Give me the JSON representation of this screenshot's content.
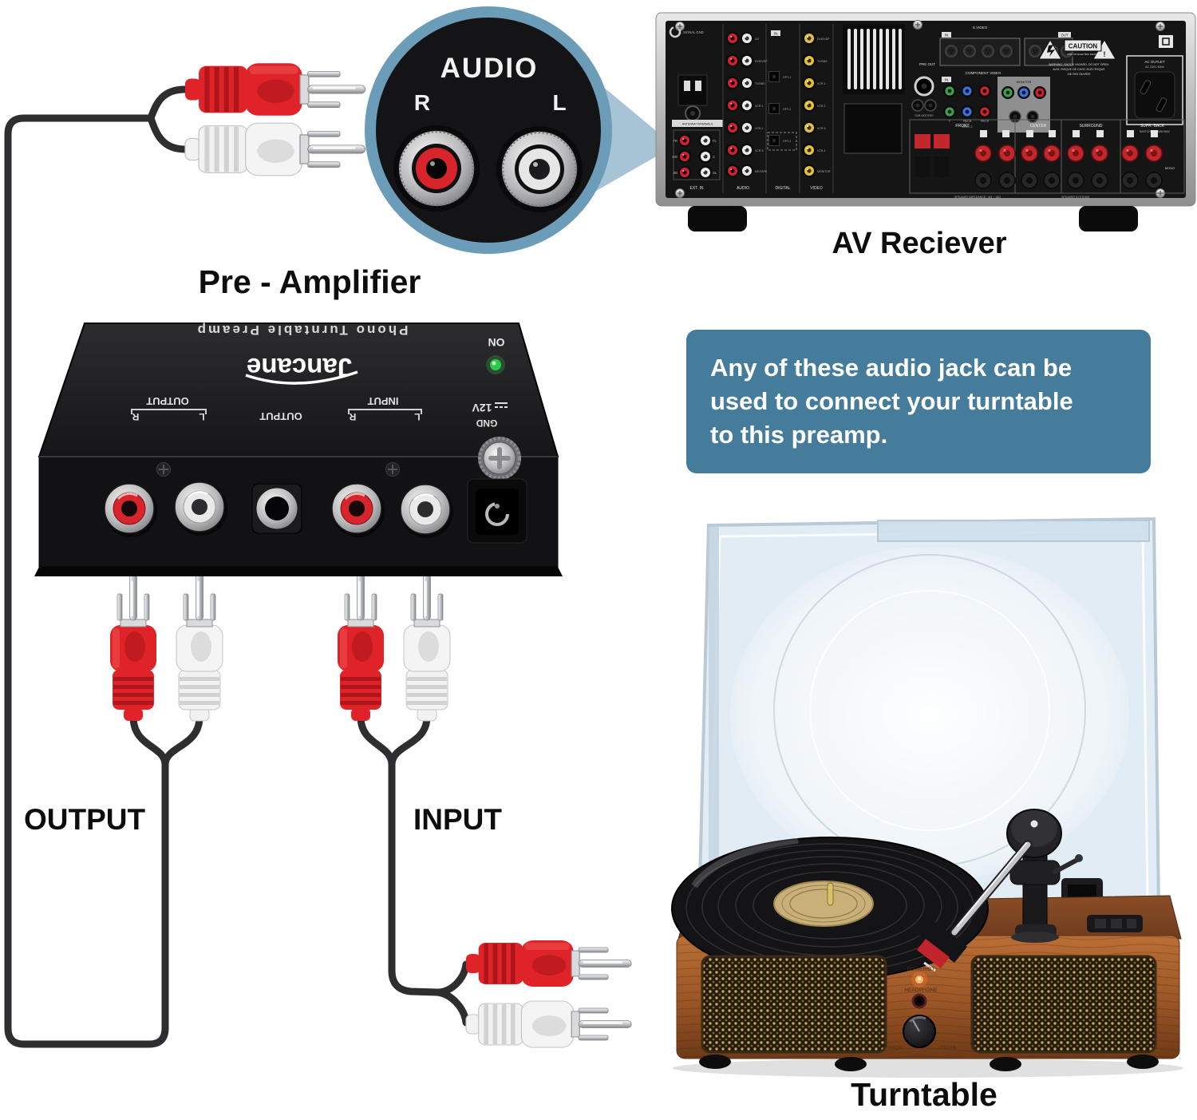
{
  "labels": {
    "preamplifier": "Pre - Amplifier",
    "av_receiver": "AV Reciever",
    "output": "OUTPUT",
    "input": "INPUT",
    "turntable": "Turntable"
  },
  "note": {
    "line1": "Any of these audio jack can be",
    "line2": "used to connect your turntable",
    "line3": "to this preamp.",
    "bg_color": "#457C9C"
  },
  "audio_callout": {
    "title": "AUDIO",
    "right": "R",
    "left": "L"
  },
  "preamp": {
    "brand": "Jancane",
    "model": "Phono  Turntable  Preamp",
    "power_led": "ON",
    "ports": {
      "output_group": "OUTPUT",
      "output_center": "OUTPUT",
      "input_group": "INPUT",
      "r": "R",
      "l": "L",
      "power": "12V",
      "gnd": "GND"
    }
  },
  "receiver": {
    "signal_gnd": "SIGNAL GND",
    "antenna": "ANTENNA TERMINALS",
    "ext_in": {
      "caption": "EXT. IN",
      "rows": [
        "FR",
        "FL",
        "SW",
        "C",
        "SB",
        "SL"
      ]
    },
    "audio": {
      "caption": "AUDIO",
      "rows": [
        "CD",
        "DVD/VDP",
        "TV/DBS",
        "VCR-1",
        "VCR-2",
        "VCR-3",
        "MD/TAPE"
      ]
    },
    "digital": {
      "caption": "DIGITAL",
      "tag_in": "IN",
      "rows": [
        "OPT-1",
        "OPT-2",
        "OPT-3"
      ]
    },
    "video": {
      "caption": "VIDEO",
      "rows": [
        "DVD/VDP",
        "TV/DBS",
        "VCR-1",
        "VCR-2",
        "VCR-3",
        "VCR-4",
        "MONITOR"
      ]
    },
    "svideo": {
      "caption": "S VIDEO",
      "tag_in": "IN",
      "tag_out": "OUT"
    },
    "component": {
      "caption": "COMPONENT VIDEO",
      "tag_in": "IN",
      "y": "Y",
      "pb": "PB/CB",
      "pr": "PR/CR",
      "video2": "VIDEO 2",
      "monitor": "MONITOR"
    },
    "preout": {
      "caption": "PRE OUT",
      "sub": "SUB WOOFER"
    },
    "caution": {
      "title": "CAUTION",
      "sub": "RISK OF ELECTRIC SHOCK",
      "excl": "!",
      "warn1": "WARNING: SHOCK HAZARD- DO NOT OPEN.",
      "warn2": "AVIS: RISQUE DE CHOC ELECTRIQUE",
      "warn3": "-NE PAS OUVRIR."
    },
    "ac": {
      "caption": "AC OUTLET",
      "volts": "AC 230V 50Hz",
      "switched": "SWITCHED 100W MAX"
    },
    "speakers": {
      "front": "FRONT",
      "center": "CENTER",
      "surround": "SURROUND",
      "surr_back": "SUPR. BACK",
      "mono": "MONO",
      "impedance": "SPEAKER IMPEDANCE : 6Ω ~ 16Ω",
      "systems": "SPEAKER SYSTEMS"
    }
  },
  "turntable_unit": {
    "power": "POWER/BT",
    "headphone": "HEADPHONE",
    "onoff": "ON/OFF",
    "volume": "VOLUME"
  },
  "colors": {
    "accent_blue": "#457C9C",
    "callout_ring": "#6B9CB8",
    "cable": "#2E2E30",
    "plug_red": "#E02328",
    "plug_white": "#F2F2F2",
    "wood": "#A05A28",
    "receiver_panel": "#151515"
  }
}
